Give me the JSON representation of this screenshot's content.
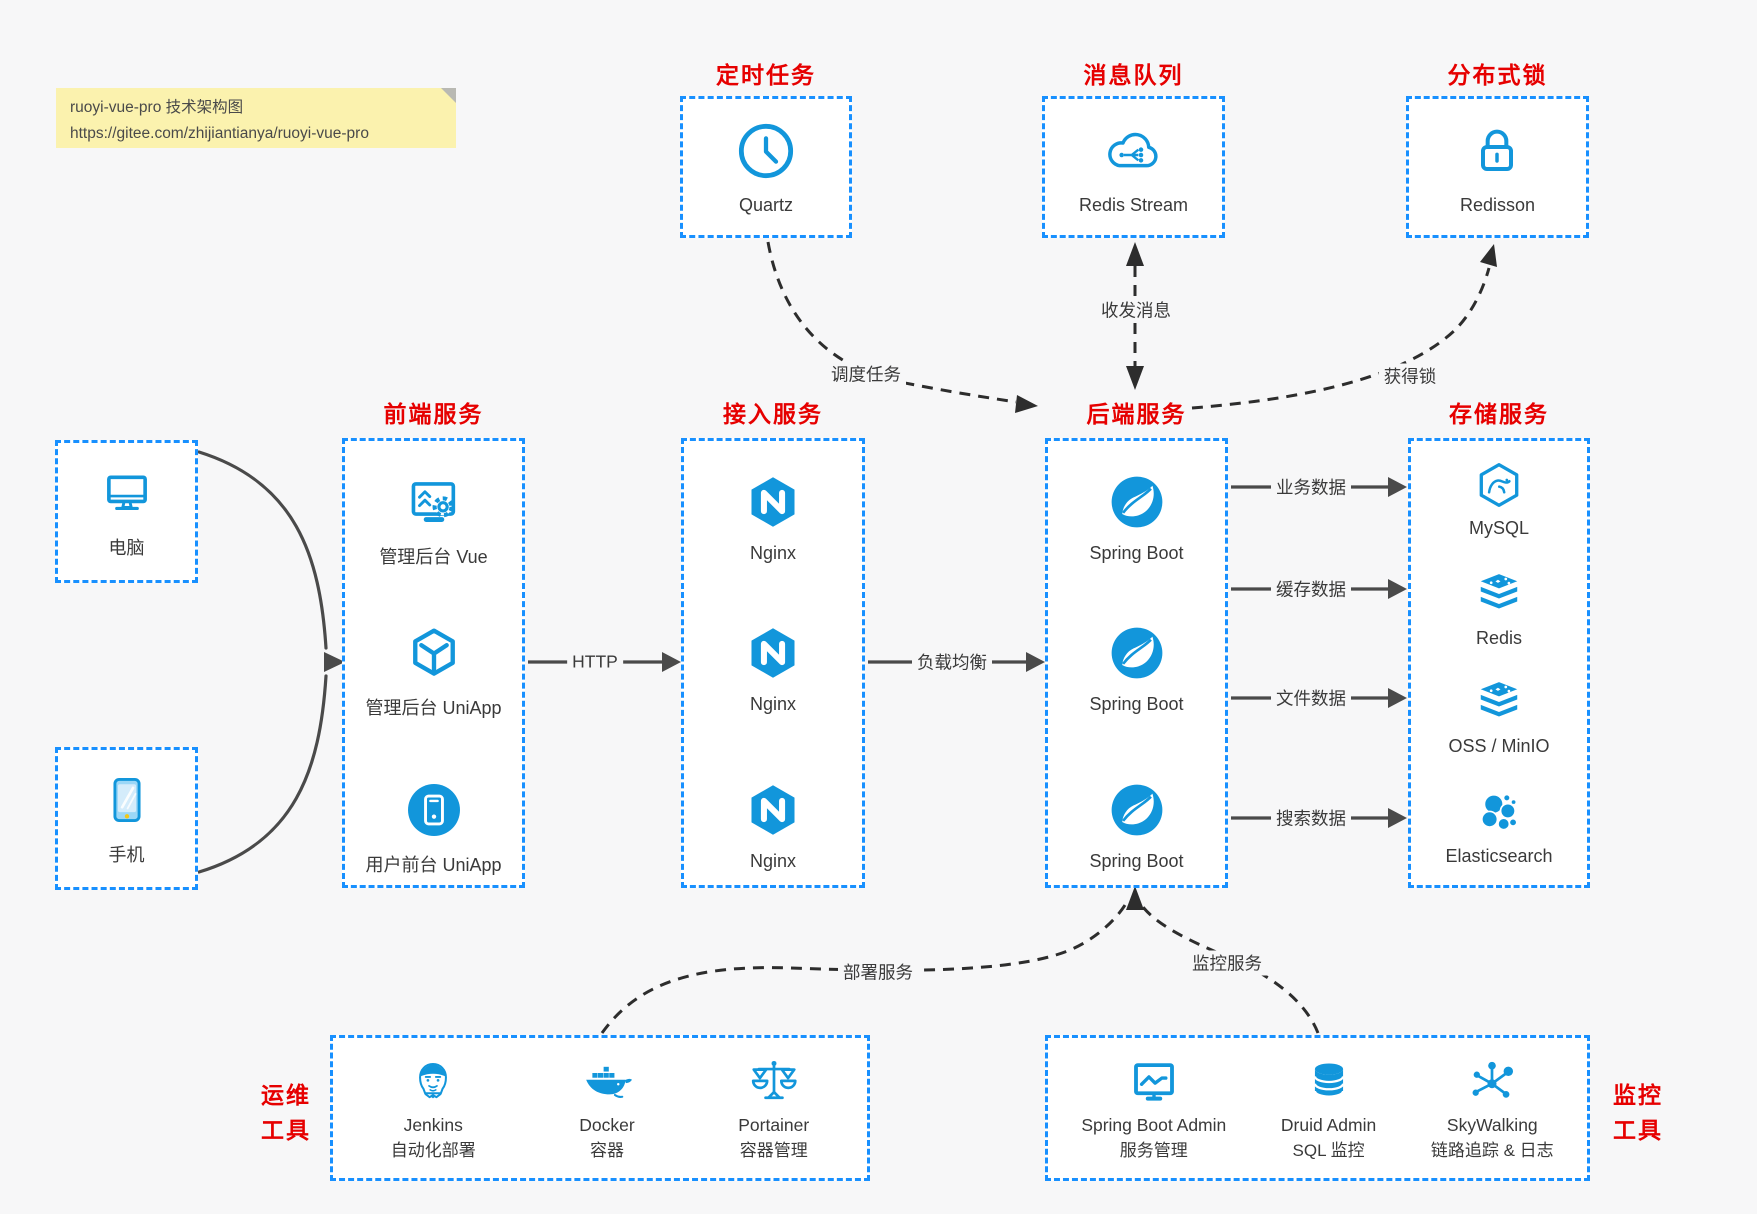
{
  "note": {
    "line1": "ruoyi-vue-pro 技术架构图",
    "line2": "https://gitee.com/zhijiantianya/ruoyi-vue-pro"
  },
  "top_groups": [
    {
      "title": "定时任务",
      "node": {
        "icon": "clock",
        "label": "Quartz"
      }
    },
    {
      "title": "消息队列",
      "node": {
        "icon": "cloud-stream",
        "label": "Redis Stream"
      }
    },
    {
      "title": "分布式锁",
      "node": {
        "icon": "lock",
        "label": "Redisson"
      }
    }
  ],
  "devices": [
    {
      "icon": "desktop",
      "label": "电脑"
    },
    {
      "icon": "phone",
      "label": "手机"
    }
  ],
  "columns": [
    {
      "title": "前端服务",
      "items": [
        {
          "icon": "admin-vue",
          "label": "管理后台 Vue"
        },
        {
          "icon": "uniapp-cube",
          "label": "管理后台 UniApp"
        },
        {
          "icon": "user-app",
          "label": "用户前台 UniApp"
        }
      ]
    },
    {
      "title": "接入服务",
      "items": [
        {
          "icon": "nginx",
          "label": "Nginx"
        },
        {
          "icon": "nginx",
          "label": "Nginx"
        },
        {
          "icon": "nginx",
          "label": "Nginx"
        }
      ]
    },
    {
      "title": "后端服务",
      "items": [
        {
          "icon": "spring",
          "label": "Spring Boot"
        },
        {
          "icon": "spring",
          "label": "Spring Boot"
        },
        {
          "icon": "spring",
          "label": "Spring Boot"
        }
      ]
    },
    {
      "title": "存储服务",
      "items": [
        {
          "icon": "mysql",
          "label": "MySQL"
        },
        {
          "icon": "redis",
          "label": "Redis"
        },
        {
          "icon": "redis",
          "label": "OSS / MinIO"
        },
        {
          "icon": "elastic",
          "label": "Elasticsearch"
        }
      ]
    }
  ],
  "bottom_groups": [
    {
      "label_line1": "运维",
      "label_line2": "工具",
      "items": [
        {
          "icon": "jenkins",
          "label": "Jenkins",
          "sub": "自动化部署"
        },
        {
          "icon": "docker",
          "label": "Docker",
          "sub": "容器"
        },
        {
          "icon": "portainer",
          "label": "Portainer",
          "sub": "容器管理"
        }
      ]
    },
    {
      "label_line1": "监控",
      "label_line2": "工具",
      "items": [
        {
          "icon": "spring-admin",
          "label": "Spring Boot Admin",
          "sub": "服务管理"
        },
        {
          "icon": "druid",
          "label": "Druid Admin",
          "sub": "SQL 监控"
        },
        {
          "icon": "skywalking",
          "label": "SkyWalking",
          "sub": "链路追踪 & 日志"
        }
      ]
    }
  ],
  "edge_labels": {
    "http": "HTTP",
    "load_balance": "负载均衡",
    "business_data": "业务数据",
    "cache_data": "缓存数据",
    "file_data": "文件数据",
    "search_data": "搜索数据",
    "schedule_task": "调度任务",
    "send_receive_message": "收发消息",
    "acquire_lock": "获得锁",
    "deploy_service": "部署服务",
    "monitor_service": "监控服务"
  },
  "colors": {
    "icon_blue": "#1296db",
    "box_border_blue": "#1890ff",
    "title_red": "#e60000",
    "note_yellow": "#fbf2ae",
    "arrow_gray": "#4a4a4a",
    "dashed_arrow_dark": "#2d2d2d",
    "background": "#f7f7f8"
  }
}
